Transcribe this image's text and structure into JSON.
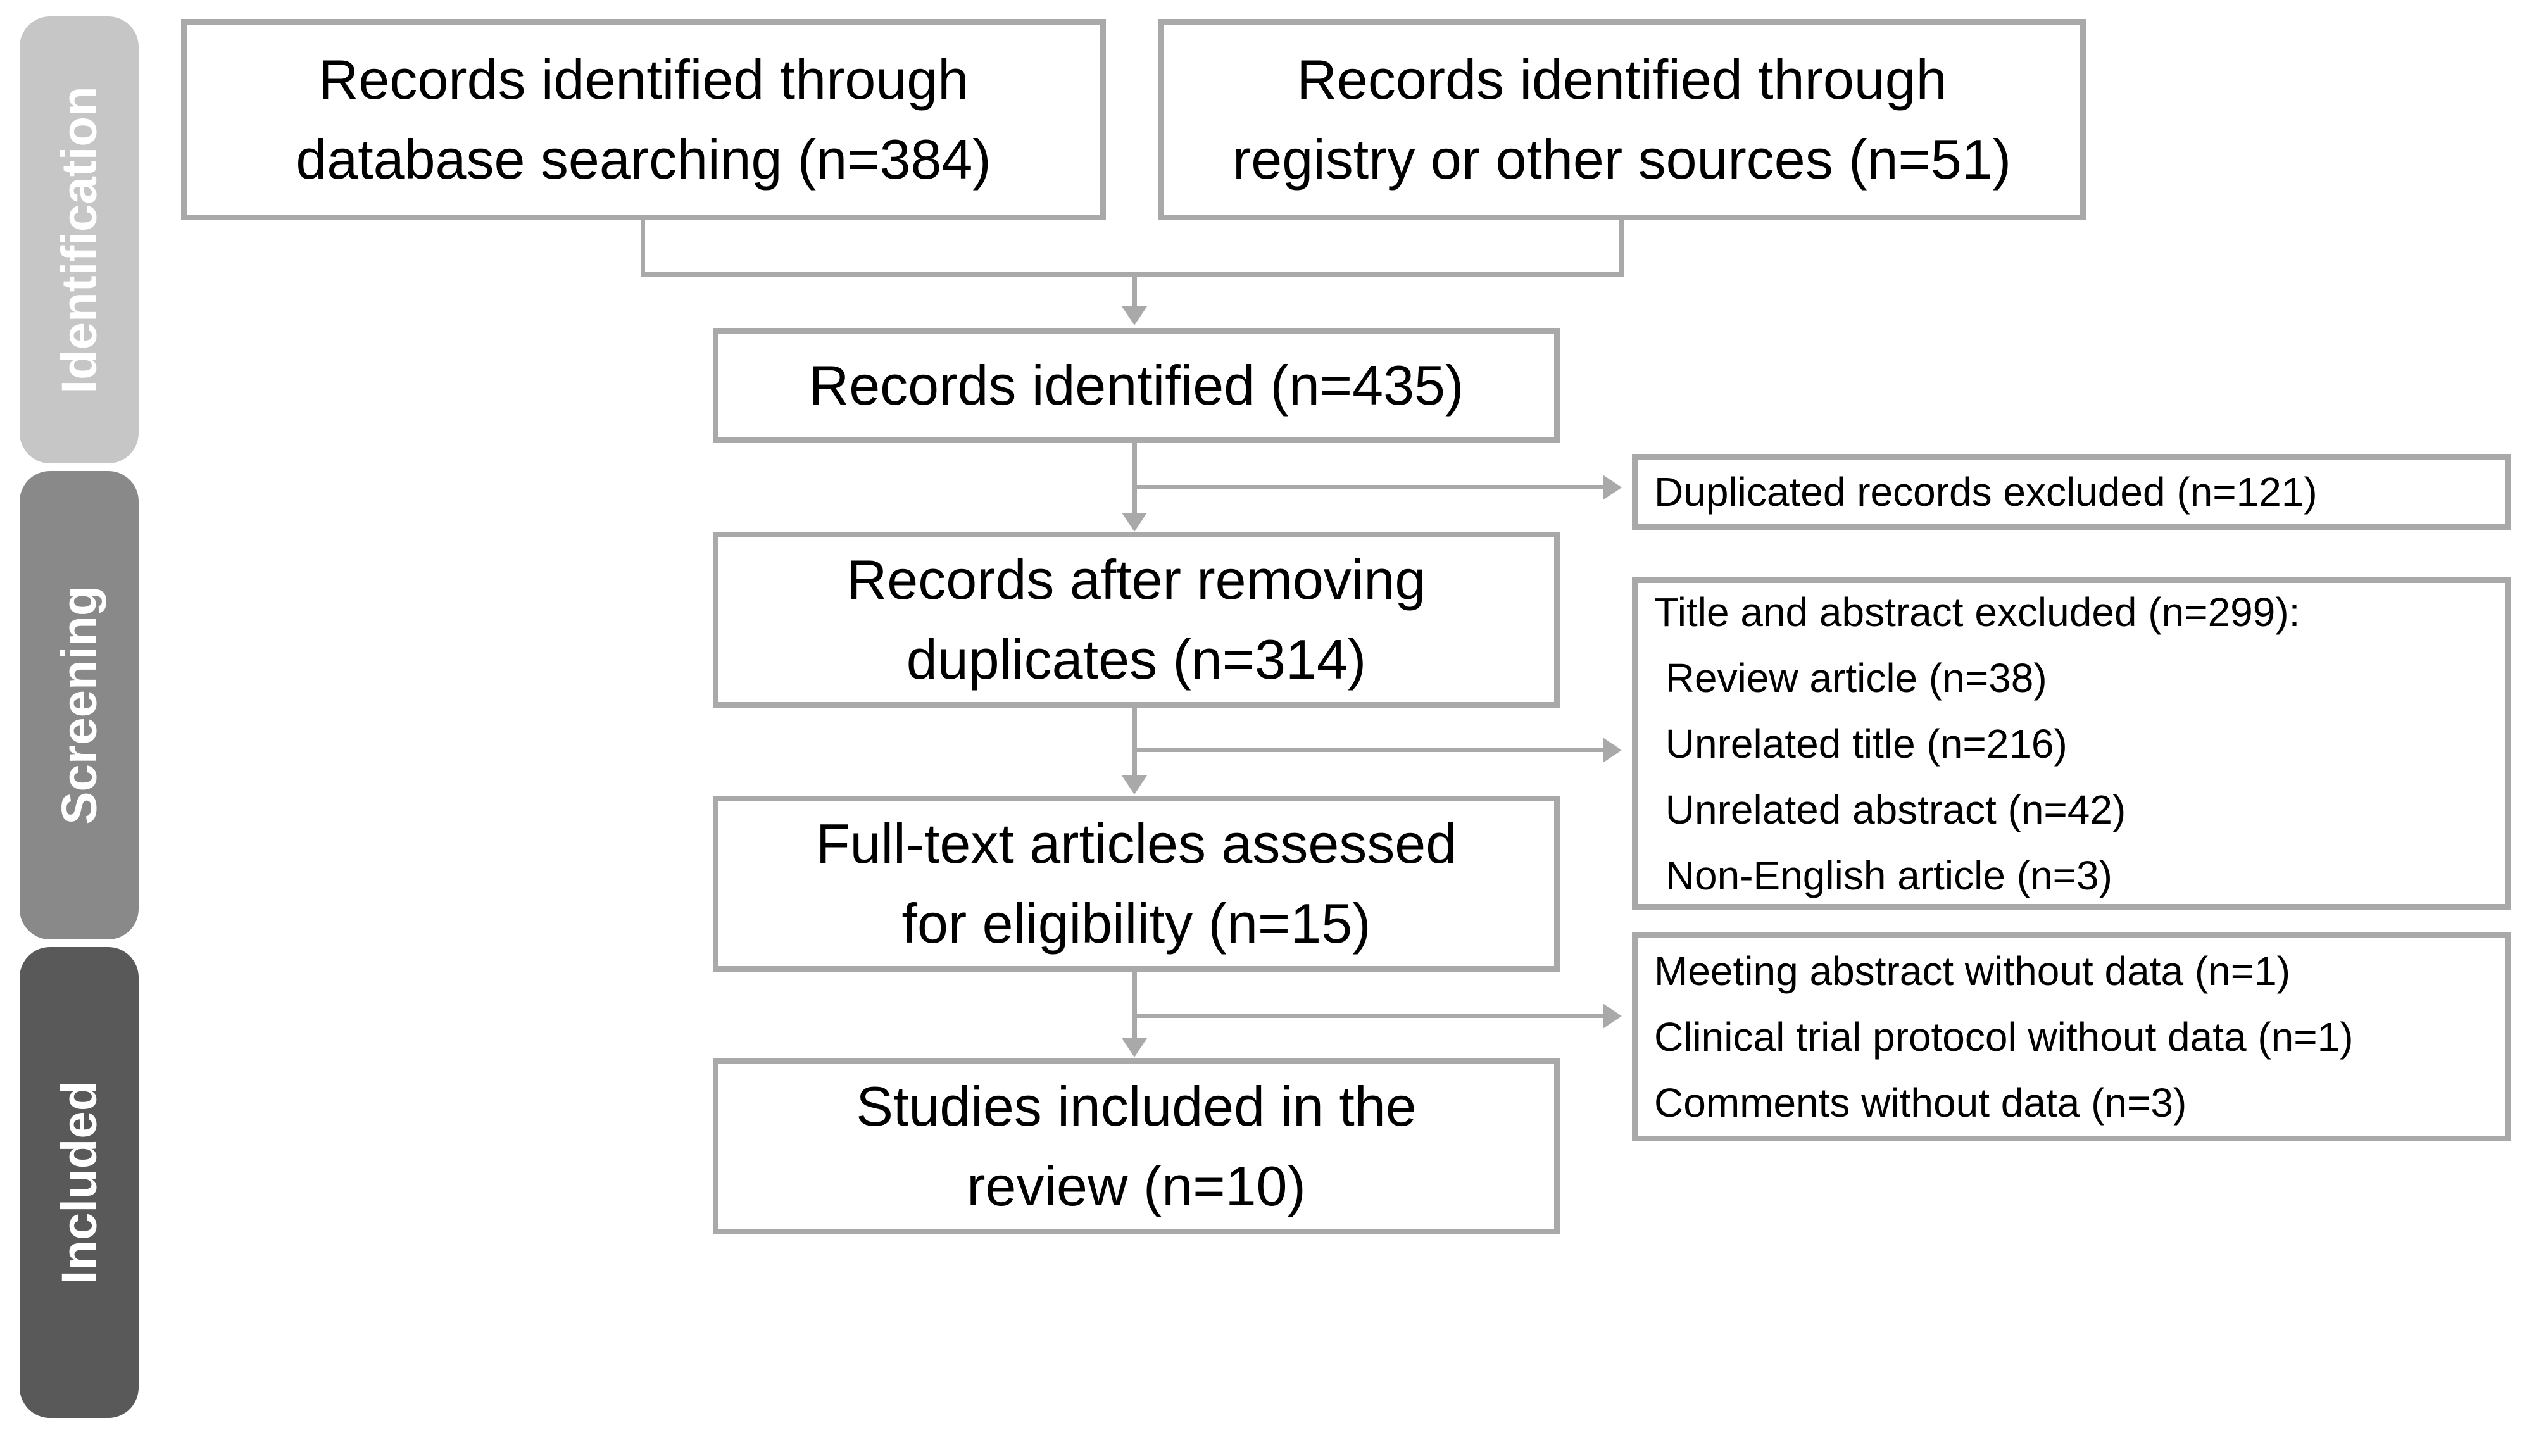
{
  "colors": {
    "background": "#ffffff",
    "box-border": "#a9a9a9",
    "line": "#a9a9a9",
    "text": "#000000",
    "stage-label-text": "#ffffff"
  },
  "stages": [
    {
      "label": "Identification",
      "color": "#c6c6c6"
    },
    {
      "label": "Screening",
      "color": "#898989"
    },
    {
      "label": "Included",
      "color": "#595959"
    }
  ],
  "boxes": {
    "database": {
      "lines": [
        "Records identified through",
        "database searching (n=384)"
      ]
    },
    "registry": {
      "lines": [
        "Records identified through",
        "registry or other sources (n=51)"
      ]
    },
    "identified": {
      "lines": [
        "Records identified (n=435)"
      ]
    },
    "deduplicated": {
      "lines": [
        "Records after removing",
        "duplicates (n=314)"
      ]
    },
    "fulltext": {
      "lines": [
        "Full-text articles assessed",
        "for eligibility (n=15)"
      ]
    },
    "included": {
      "lines": [
        "Studies included in the",
        "review (n=10)"
      ]
    }
  },
  "exclusions": {
    "duplicates": {
      "lines": [
        "Duplicated records excluded (n=121)"
      ]
    },
    "title_abstract": {
      "lines": [
        "Title and abstract excluded (n=299):",
        " Review article (n=38)",
        " Unrelated title (n=216)",
        " Unrelated abstract (n=42)",
        " Non-English article (n=3)"
      ]
    },
    "fulltext_excluded": {
      "lines": [
        "Meeting abstract without data (n=1)",
        "Clinical trial protocol without data (n=1)",
        "Comments without data (n=3)"
      ]
    }
  }
}
